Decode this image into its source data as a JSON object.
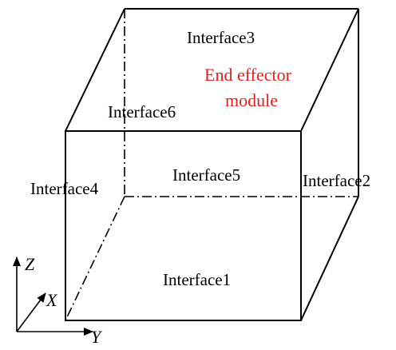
{
  "colors": {
    "stroke": "#000000",
    "highlight_text": "#e0201b"
  },
  "labels": {
    "interface3": "Interface3",
    "end_effector_line1": "End effector",
    "end_effector_line2": "module",
    "interface6": "Interface6",
    "interface5": "Interface5",
    "interface4": "Interface4",
    "interface2": "Interface2",
    "interface1": "Interface1"
  },
  "axes": {
    "z": "Z",
    "x": "X",
    "y": "Y"
  }
}
